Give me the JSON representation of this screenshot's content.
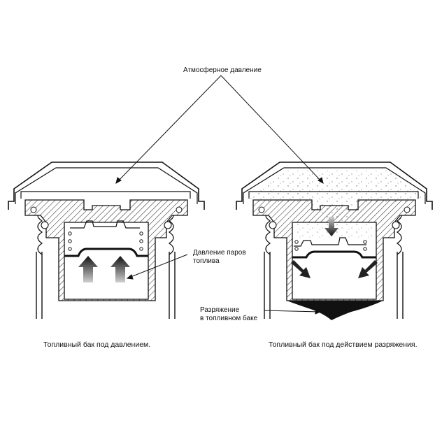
{
  "labels": {
    "atmospheric_pressure": "Атмосферное давление",
    "vapor_pressure_line1": "Давление паров",
    "vapor_pressure_line2": "топлива",
    "vacuum_line1": "Разряжение",
    "vacuum_line2": "в топливном баке"
  },
  "captions": {
    "left": "Топливный бак под давлением.",
    "right": "Топливный бак под действием разряжения."
  },
  "colors": {
    "line": "#111111",
    "hatch": "#333333",
    "background": "#ffffff"
  }
}
